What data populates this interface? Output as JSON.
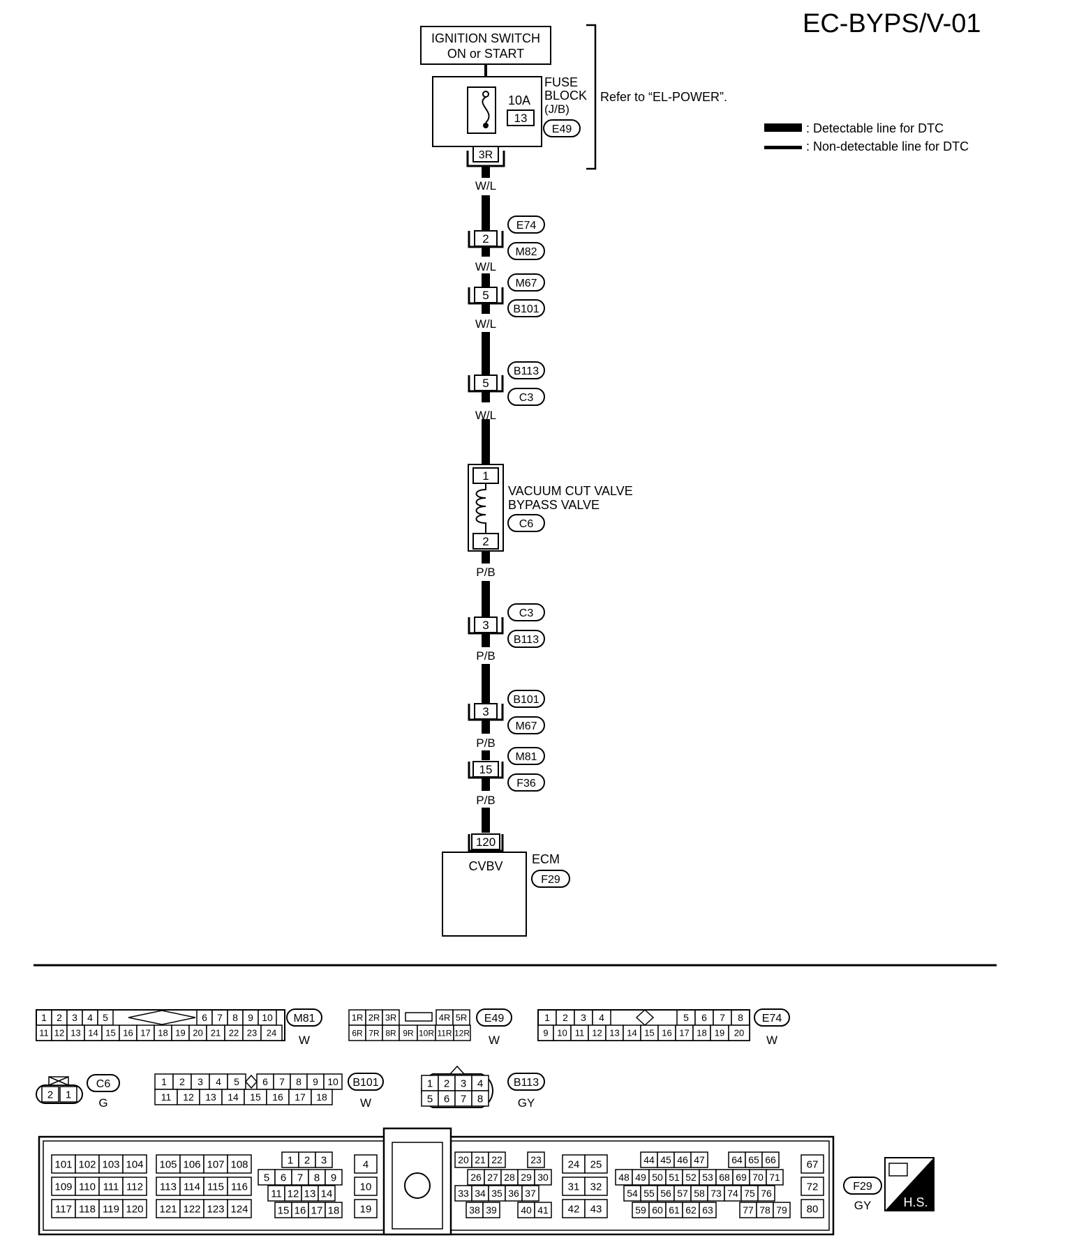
{
  "title": "EC-BYPS/V-01",
  "legend": {
    "detectable": ": Detectable line for DTC",
    "non_detectable": ": Non-detectable line for DTC"
  },
  "ignition_switch": {
    "line1": "IGNITION SWITCH",
    "line2": "ON or START"
  },
  "fuse_block": {
    "rating": "10A",
    "fuse_number": "13",
    "label_line1": "FUSE",
    "label_line2": "BLOCK",
    "label_line3": "(J/B)",
    "connector": "E49",
    "terminal": "3R",
    "reference": "Refer to “EL-POWER”."
  },
  "wires": [
    {
      "id": "w1",
      "color": "W/L"
    },
    {
      "id": "w2",
      "color": "W/L"
    },
    {
      "id": "w3",
      "color": "W/L"
    },
    {
      "id": "w4",
      "color": "W/L"
    },
    {
      "id": "w5",
      "color": "P/B"
    },
    {
      "id": "w6",
      "color": "P/B"
    },
    {
      "id": "w7",
      "color": "P/B"
    },
    {
      "id": "w8",
      "color": "P/B"
    }
  ],
  "junctions": [
    {
      "pin": "2",
      "top": "E74",
      "bottom": "M82"
    },
    {
      "pin": "5",
      "top": "M67",
      "bottom": "B101"
    },
    {
      "pin": "5",
      "top": "B113",
      "bottom": "C3"
    },
    {
      "pin": "3",
      "top": "C3",
      "bottom": "B113"
    },
    {
      "pin": "3",
      "top": "B101",
      "bottom": "M67"
    },
    {
      "pin": "15",
      "top": "M81",
      "bottom": "F36"
    }
  ],
  "valve": {
    "line1": "VACUUM CUT VALVE",
    "line2": "BYPASS VALVE",
    "connector": "C6",
    "pin_top": "1",
    "pin_bottom": "2"
  },
  "ecm": {
    "label": "ECM",
    "connector": "F29",
    "terminal": "120",
    "inner_label": "CVBV"
  },
  "connectors": {
    "m81": {
      "row1": [
        "1",
        "2",
        "3",
        "4",
        "5",
        "6",
        "7",
        "8",
        "9",
        "10"
      ],
      "row2": [
        "11",
        "12",
        "13",
        "14",
        "15",
        "16",
        "17",
        "18",
        "19",
        "20",
        "21",
        "22",
        "23",
        "24"
      ],
      "name": "M81",
      "color": "W"
    },
    "e49": {
      "row1": [
        "1R",
        "2R",
        "3R",
        "4R",
        "5R"
      ],
      "row2": [
        "6R",
        "7R",
        "8R",
        "9R",
        "10R",
        "11R",
        "12R"
      ],
      "name": "E49",
      "color": "W"
    },
    "e74": {
      "row1": [
        "1",
        "2",
        "3",
        "4",
        "5",
        "6",
        "7",
        "8"
      ],
      "row2": [
        "9",
        "10",
        "11",
        "12",
        "13",
        "14",
        "15",
        "16",
        "17",
        "18",
        "19",
        "20"
      ],
      "name": "E74",
      "color": "W"
    },
    "c6": {
      "pins": [
        "2",
        "1"
      ],
      "name": "C6",
      "color": "G"
    },
    "b101": {
      "row1": [
        "1",
        "2",
        "3",
        "4",
        "5",
        "6",
        "7",
        "8",
        "9",
        "10"
      ],
      "row2": [
        "11",
        "12",
        "13",
        "14",
        "15",
        "16",
        "17",
        "18"
      ],
      "name": "B101",
      "color": "W"
    },
    "b113": {
      "row1": [
        "1",
        "2",
        "3",
        "4"
      ],
      "row2": [
        "5",
        "6",
        "7",
        "8"
      ],
      "name": "B113",
      "color": "GY"
    },
    "f29": {
      "name": "F29",
      "color": "GY",
      "hs": "H.S.",
      "g1": [
        [
          "101",
          "102",
          "103",
          "104"
        ],
        [
          "109",
          "110",
          "111",
          "112"
        ],
        [
          "117",
          "118",
          "119",
          "120"
        ]
      ],
      "g2": [
        [
          "105",
          "106",
          "107",
          "108"
        ],
        [
          "113",
          "114",
          "115",
          "116"
        ],
        [
          "121",
          "122",
          "123",
          "124"
        ]
      ],
      "g3": [
        [
          "1",
          "2",
          "3"
        ],
        [
          "5",
          "6",
          "7",
          "8",
          "9"
        ],
        [
          "11",
          "12",
          "13",
          "14"
        ],
        [
          "15",
          "16",
          "17",
          "18"
        ]
      ],
      "g4": [
        [
          "4"
        ],
        [
          "10"
        ],
        [
          "19"
        ]
      ],
      "g5": [
        [
          "20",
          "21",
          "22",
          "23"
        ],
        [
          "26",
          "27",
          "28",
          "29",
          "30"
        ],
        [
          "33",
          "34",
          "35",
          "36",
          "37"
        ],
        [
          "38",
          "39",
          "40",
          "41"
        ]
      ],
      "g6": [
        [
          "24",
          "25"
        ],
        [
          "31",
          "32"
        ],
        [
          "42",
          "43"
        ]
      ],
      "g7": [
        [
          "44",
          "45",
          "46",
          "47",
          "64",
          "65",
          "66"
        ],
        [
          "48",
          "49",
          "50",
          "51",
          "52",
          "53",
          "68",
          "69",
          "70",
          "71"
        ],
        [
          "54",
          "55",
          "56",
          "57",
          "58",
          "73",
          "74",
          "75",
          "76"
        ],
        [
          "59",
          "60",
          "61",
          "62",
          "63",
          "77",
          "78",
          "79"
        ]
      ],
      "g8": [
        [
          "67"
        ],
        [
          "72"
        ],
        [
          "80"
        ]
      ]
    }
  }
}
